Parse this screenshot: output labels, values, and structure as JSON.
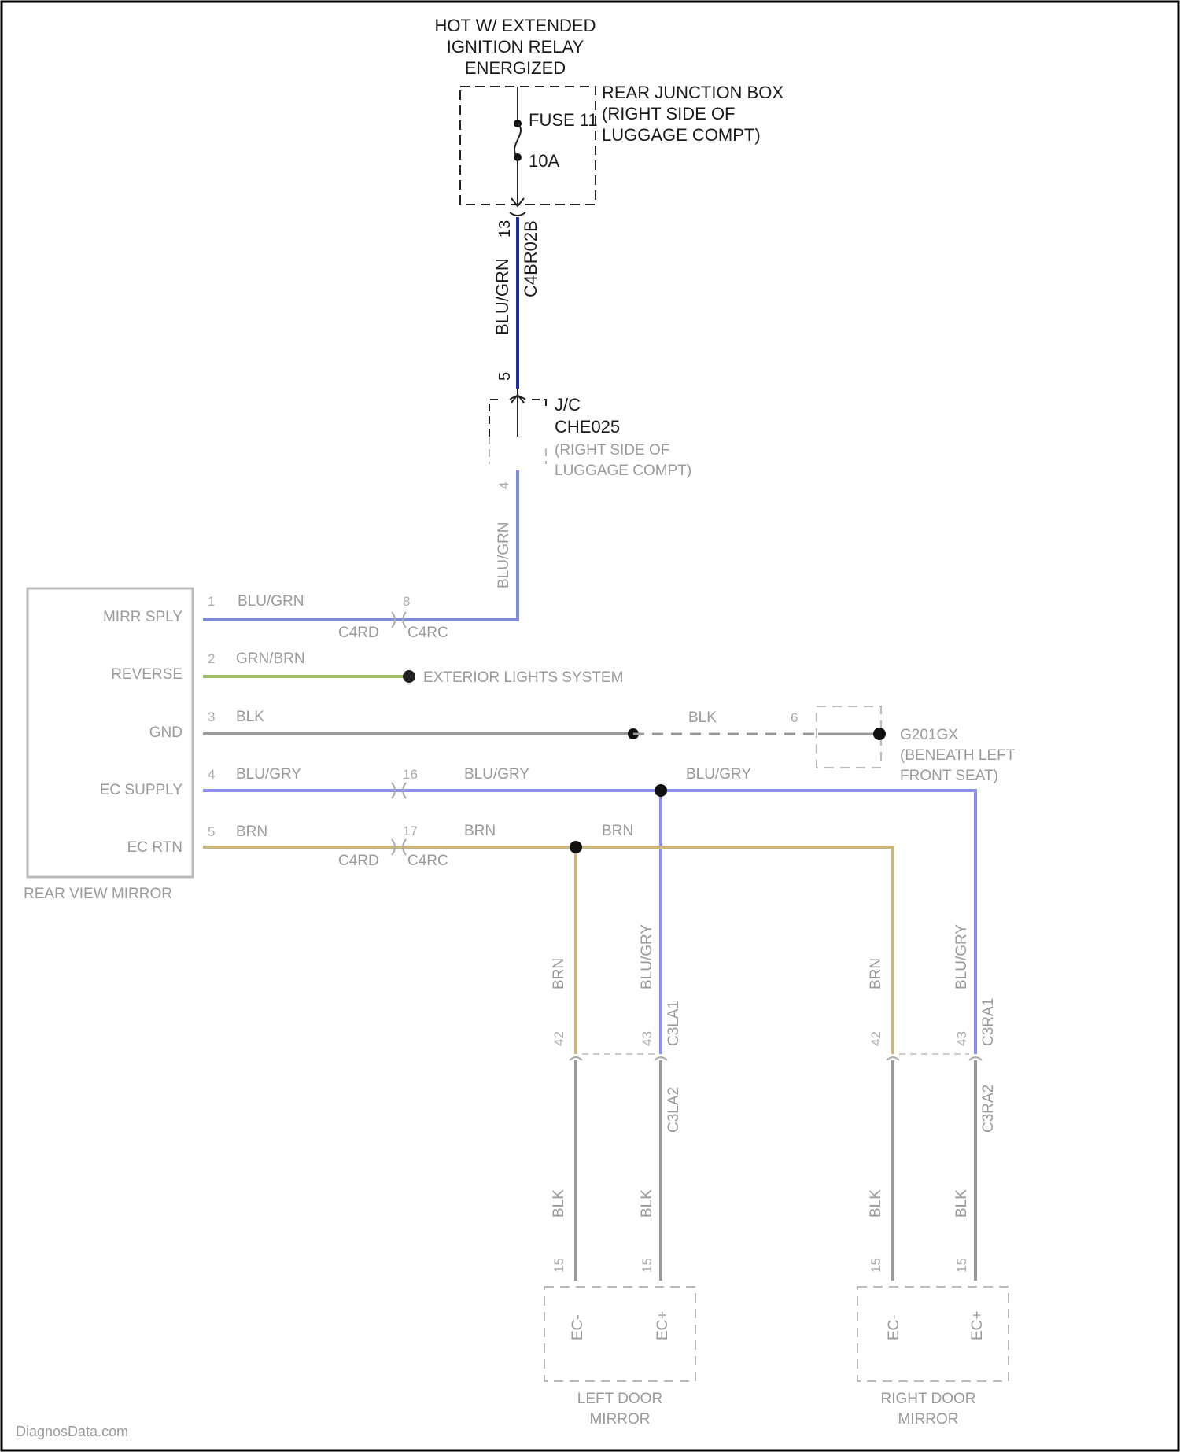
{
  "colors": {
    "frame": "#000000",
    "blu_grn": "#1f2fa8",
    "blu_grn_faded": "#7f8bd6",
    "grn_brn": "#9fbf6a",
    "blk": "#9a9a9a",
    "blu_gry": "#8a8ff0",
    "brn": "#cbb67e",
    "text": "#1a1a1a",
    "text_faded": "#a0a0a0"
  },
  "power_source": {
    "line1": "HOT W/ EXTENDED",
    "line2": "IGNITION RELAY",
    "line3": "ENERGIZED"
  },
  "rear_junction_box": {
    "line1": "REAR JUNCTION BOX",
    "line2": "(RIGHT SIDE OF",
    "line3": "LUGGAGE COMPT)",
    "fuse_name": "FUSE 11",
    "fuse_rating": "10A"
  },
  "connector_top": {
    "pin": "13",
    "name": "C4BR02B"
  },
  "wire_main": {
    "color_code": "BLU/GRN",
    "pin_bottom": "5"
  },
  "jc": {
    "line1": "J/C",
    "line2": "CHE025",
    "line3": "(RIGHT SIDE OF",
    "line4": "LUGGAGE COMPT)",
    "pin_out": "4"
  },
  "mirror": {
    "name": "REAR VIEW MIRROR",
    "pins": [
      {
        "num": "1",
        "label": "MIRR SPLY",
        "wire": "BLU/GRN"
      },
      {
        "num": "2",
        "label": "REVERSE",
        "wire": "GRN/BRN"
      },
      {
        "num": "3",
        "label": "GND",
        "wire": "BLK"
      },
      {
        "num": "4",
        "label": "EC SUPPLY",
        "wire": "BLU/GRY"
      },
      {
        "num": "5",
        "label": "EC RTN",
        "wire": "BRN"
      }
    ]
  },
  "inline_connectors": {
    "c4rd": "C4RD",
    "c4rc": "C4RC",
    "pin_mirr": "8",
    "pin_ec_supply": "16",
    "pin_ec_rtn": "17"
  },
  "exterior_lights": "EXTERIOR LIGHTS SYSTEM",
  "ground": {
    "wire": "BLK",
    "pin": "6",
    "name": "G201GX",
    "loc1": "(BENEATH LEFT",
    "loc2": "FRONT SEAT)"
  },
  "trunk_wires": {
    "blu_gry": "BLU/GRY",
    "brn": "BRN"
  },
  "left_door": {
    "line1": "LEFT DOOR",
    "line2": "MIRROR",
    "wire_a_upper": "BRN",
    "wire_b_upper": "BLU/GRY",
    "pin_a": "42",
    "pin_b": "43",
    "conn_upper": "C3LA1",
    "conn_lower": "C3LA2",
    "wire_lower": "BLK",
    "pin_lower": "15",
    "term_a": "EC-",
    "term_b": "EC+"
  },
  "right_door": {
    "line1": "RIGHT DOOR",
    "line2": "MIRROR",
    "wire_a_upper": "BRN",
    "wire_b_upper": "BLU/GRY",
    "pin_a": "42",
    "pin_b": "43",
    "conn_upper": "C3RA1",
    "conn_lower": "C3RA2",
    "wire_lower": "BLK",
    "pin_lower": "15",
    "term_a": "EC-",
    "term_b": "EC+"
  },
  "watermark": "DiagnosData.com"
}
